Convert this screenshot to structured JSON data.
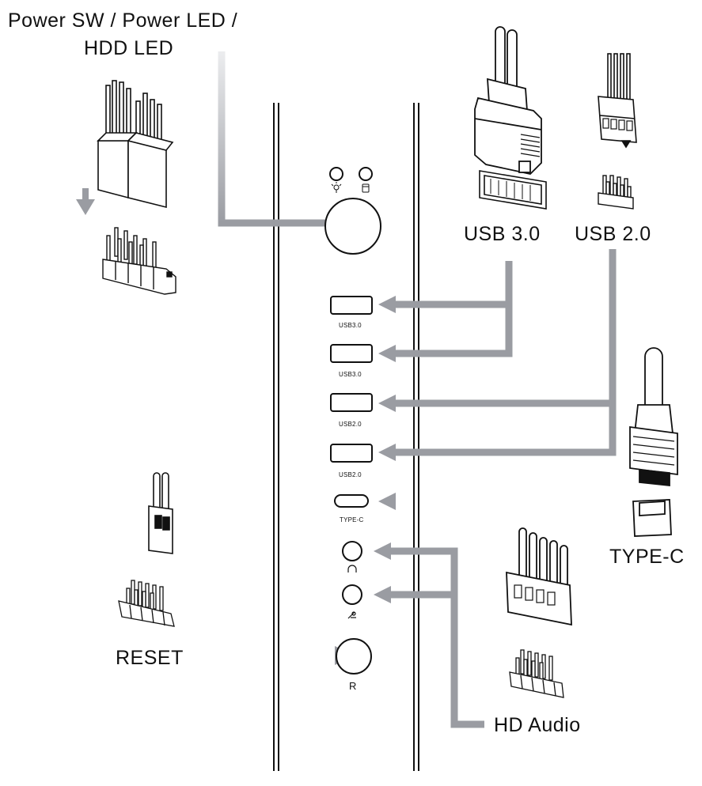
{
  "labels": {
    "power_line1": "Power SW / Power LED /",
    "power_line2": "HDD LED",
    "usb30_header": "USB 3.0",
    "usb20_header": "USB 2.0",
    "typec_header": "TYPE-C",
    "reset": "RESET",
    "hd_audio": "HD Audio"
  },
  "panel": {
    "ports": [
      {
        "kind": "usb",
        "label": "USB3.0"
      },
      {
        "kind": "usb",
        "label": "USB3.0"
      },
      {
        "kind": "usb",
        "label": "USB2.0"
      },
      {
        "kind": "usb",
        "label": "USB2.0"
      },
      {
        "kind": "typec",
        "label": "TYPE-C"
      }
    ],
    "power_icon": "bulb-icon",
    "hdd_icon": "hdd-icon",
    "headphone_icon": "headphone-icon",
    "mic_icon": "microphone-icon",
    "reset_mark": "R"
  },
  "colors": {
    "arrow": "#9a9ca2",
    "arrow_fade": "#e4e5e8",
    "line": "#111111"
  }
}
